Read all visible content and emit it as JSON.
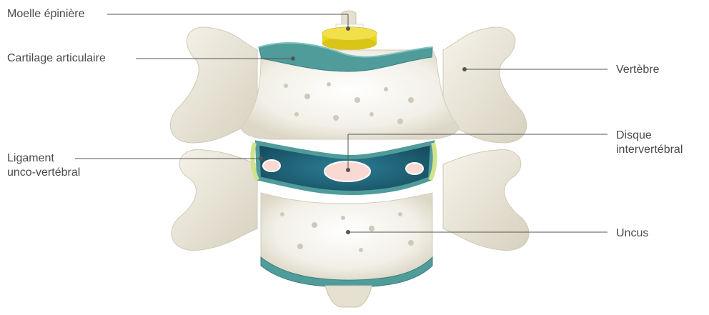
{
  "labels": {
    "moelle": "Moelle épinière",
    "cartilage": "Cartilage articulaire",
    "ligament_line1": "Ligament",
    "ligament_line2": "unco-vertébral",
    "vertebre": "Vertèbre",
    "disque_line1": "Disque",
    "disque_line2": "intervertébral",
    "uncus": "Uncus"
  },
  "colors": {
    "bone": "#f1efe6",
    "bone_shadow": "#d9d5c5",
    "cartilage_teal": "#4f9c9a",
    "disc_dark": "#1f5f73",
    "nucleus": "#f9d9d2",
    "spinal_cord_yellow": "#e8d51d",
    "ligament_green": "#cfe38a",
    "leader_line": "#555555"
  }
}
